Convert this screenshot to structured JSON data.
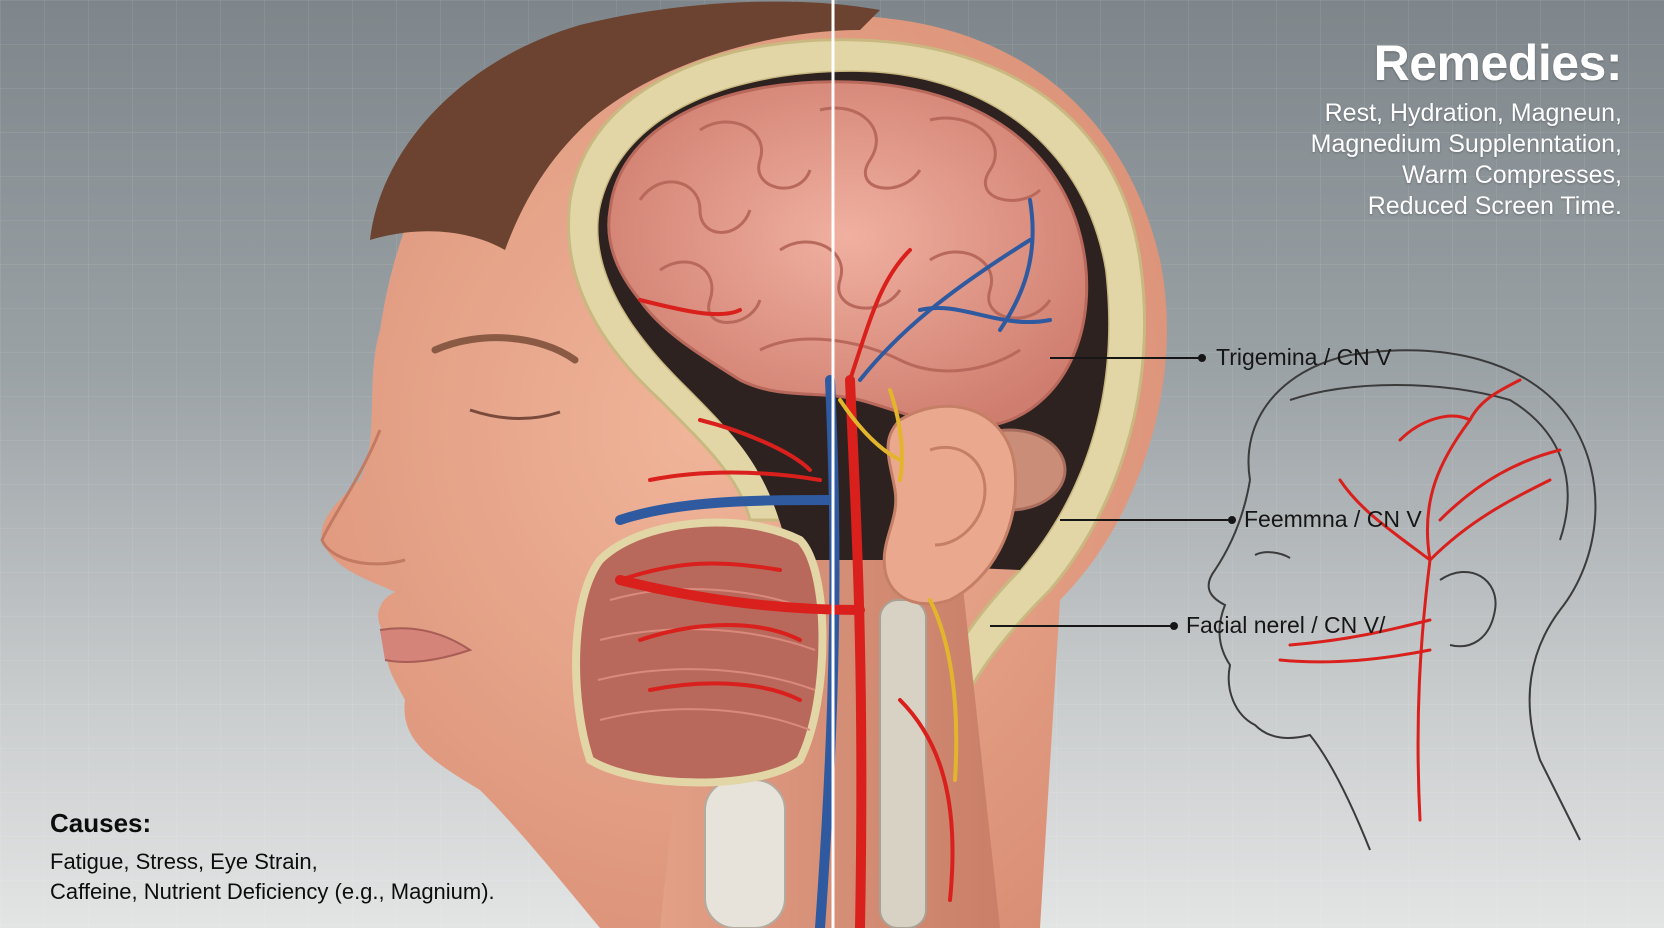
{
  "remedies": {
    "title": "Remedies:",
    "lines": [
      "Rest, Hydration, Magneun,",
      "Magnedium Supplenntation,",
      "Warm Compresses,",
      "Reduced Screen Time."
    ]
  },
  "causes": {
    "title": "Causes:",
    "lines": [
      "Fatigue, Stress, Eye Strain,",
      "Caffeine, Nutrient Deficiency (e.g., Magnium)."
    ]
  },
  "labels": [
    {
      "text": "Trigemina / CN V"
    },
    {
      "text": "Feemmna / CN V"
    },
    {
      "text": "Facial nerel / CN V/"
    }
  ],
  "colors": {
    "artery": "#d9201c",
    "vein": "#2f5aa0",
    "nerve": "#e3b52c",
    "skin": "#e9a489",
    "brain": "#e79c8a",
    "bone": "#e2d6a7",
    "hair": "#6b4330"
  }
}
